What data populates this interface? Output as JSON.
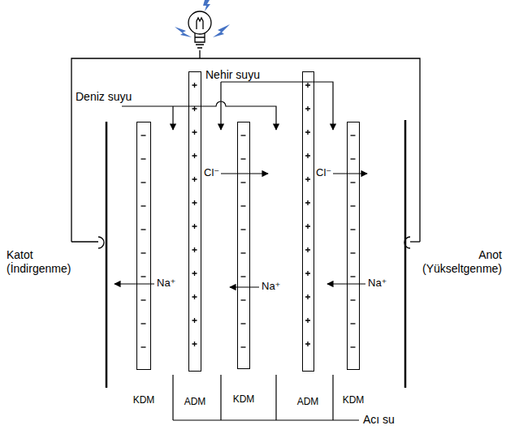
{
  "diagram": {
    "nodes": [
      {
        "text": [
          "KDM"
        ]
      },
      {
        "text": [
          "ADM"
        ]
      },
      {
        "text": [
          "KDM"
        ]
      },
      {
        "text": [
          "ADM"
        ]
      },
      {
        "text": [
          "KDM"
        ]
      }
    ],
    "labels": [
      "Nehir suyu",
      "Deniz suyu",
      "Cl⁻",
      "Cl⁻",
      "Katot (İndirgenme)",
      "Na⁺",
      "Na⁺",
      "Anot (Yükseltgenme)",
      "Na⁺",
      "Acı su"
    ]
  }
}
